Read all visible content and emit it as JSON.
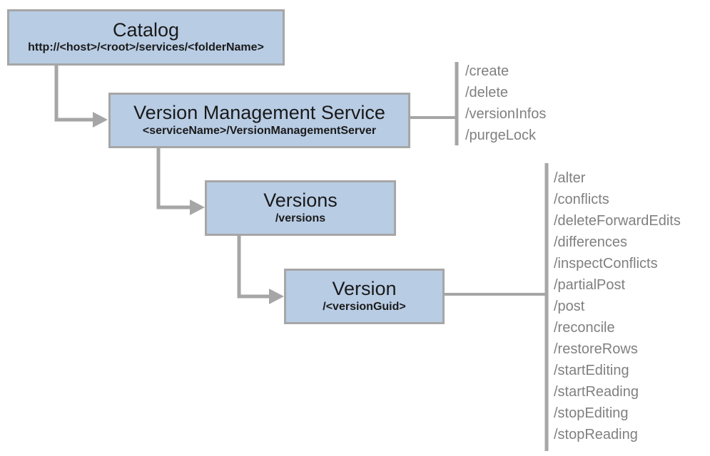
{
  "nodes": {
    "catalog": {
      "title": "Catalog",
      "subtitle": "http://<host>/<root>/services/<folderName>"
    },
    "vms": {
      "title": "Version Management Service",
      "subtitle": "<serviceName>/VersionManagementServer",
      "operations": [
        "/create",
        "/delete",
        "/versionInfos",
        "/purgeLock"
      ]
    },
    "versions": {
      "title": "Versions",
      "subtitle": "/versions"
    },
    "version": {
      "title": "Version",
      "subtitle": "/<versionGuid>",
      "operations": [
        "/alter",
        "/conflicts",
        "/deleteForwardEdits",
        "/differences",
        "/inspectConflicts",
        "/partialPost",
        "/post",
        "/reconcile",
        "/restoreRows",
        "/startEditing",
        "/startReading",
        "/stopEditing",
        "/stopReading"
      ]
    }
  },
  "colors": {
    "node_fill": "#b8cce4",
    "node_border": "#a6a6a6",
    "connector": "#a6a6a6",
    "operation_text": "#808080",
    "node_text": "#1a1a1a"
  }
}
